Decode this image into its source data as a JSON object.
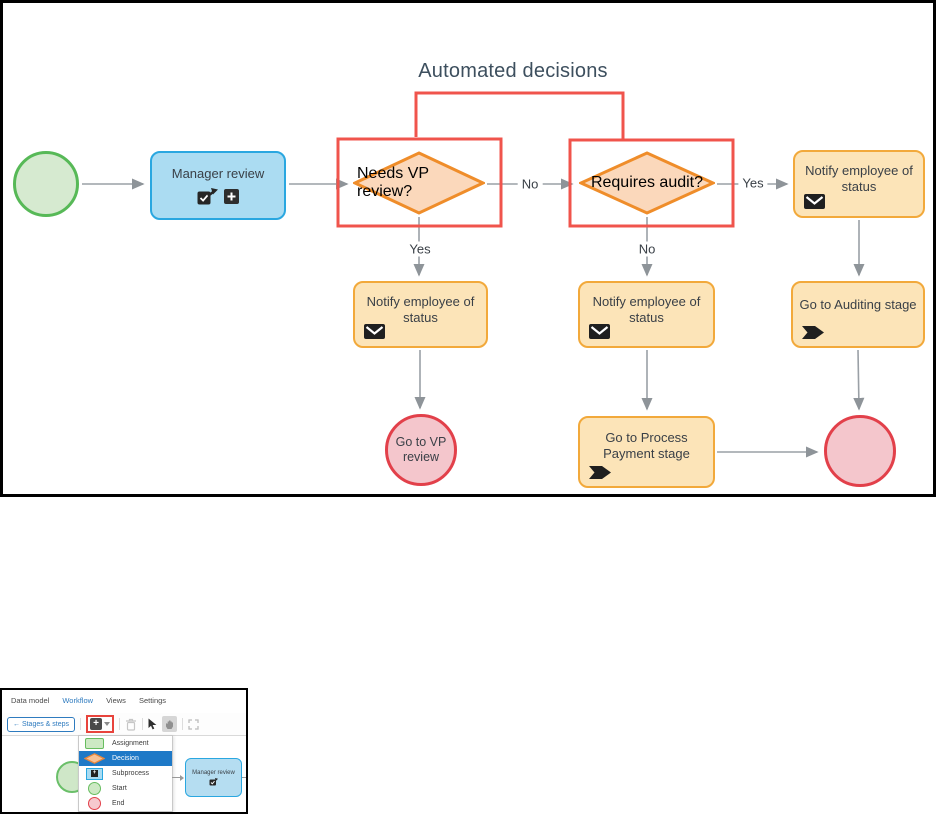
{
  "diagram": {
    "title": "Automated decisions",
    "nodes": {
      "manager_review": "Manager review",
      "needs_vp_review": "Needs VP review?",
      "requires_audit": "Requires audit?",
      "notify_after_audit_yes": "Notify employee of status",
      "notify_after_vp_yes": "Notify employee of status",
      "notify_after_audit_no": "Notify employee of status",
      "goto_auditing": "Go to Auditing stage",
      "goto_vp_review": "Go to VP review",
      "goto_process_payment": "Go to Process Payment stage"
    },
    "edge_labels": {
      "vp_no": "No",
      "vp_yes": "Yes",
      "audit_yes": "Yes",
      "audit_no": "No"
    },
    "colors": {
      "annotation_red": "#f0544c",
      "connector_gray": "#9aa0a6",
      "start_green": "#57b957",
      "task_blue": "#2aa7e0",
      "decision_orange": "#ef8d2a",
      "action_amber": "#f2a93b",
      "end_red": "#e2404a"
    }
  },
  "editor": {
    "tabs": [
      {
        "label": "Data model"
      },
      {
        "label": "Workflow"
      },
      {
        "label": "Views"
      },
      {
        "label": "Settings"
      }
    ],
    "active_tab": "Workflow",
    "toolbar": {
      "back_button": "← Stages & steps",
      "add_step_button": "+"
    },
    "add_menu": {
      "items": [
        {
          "label": "Assignment"
        },
        {
          "label": "Decision"
        },
        {
          "label": "Subprocess"
        },
        {
          "label": "Start"
        },
        {
          "label": "End"
        }
      ],
      "selected": "Decision"
    },
    "canvas": {
      "node": "Manager review"
    }
  }
}
